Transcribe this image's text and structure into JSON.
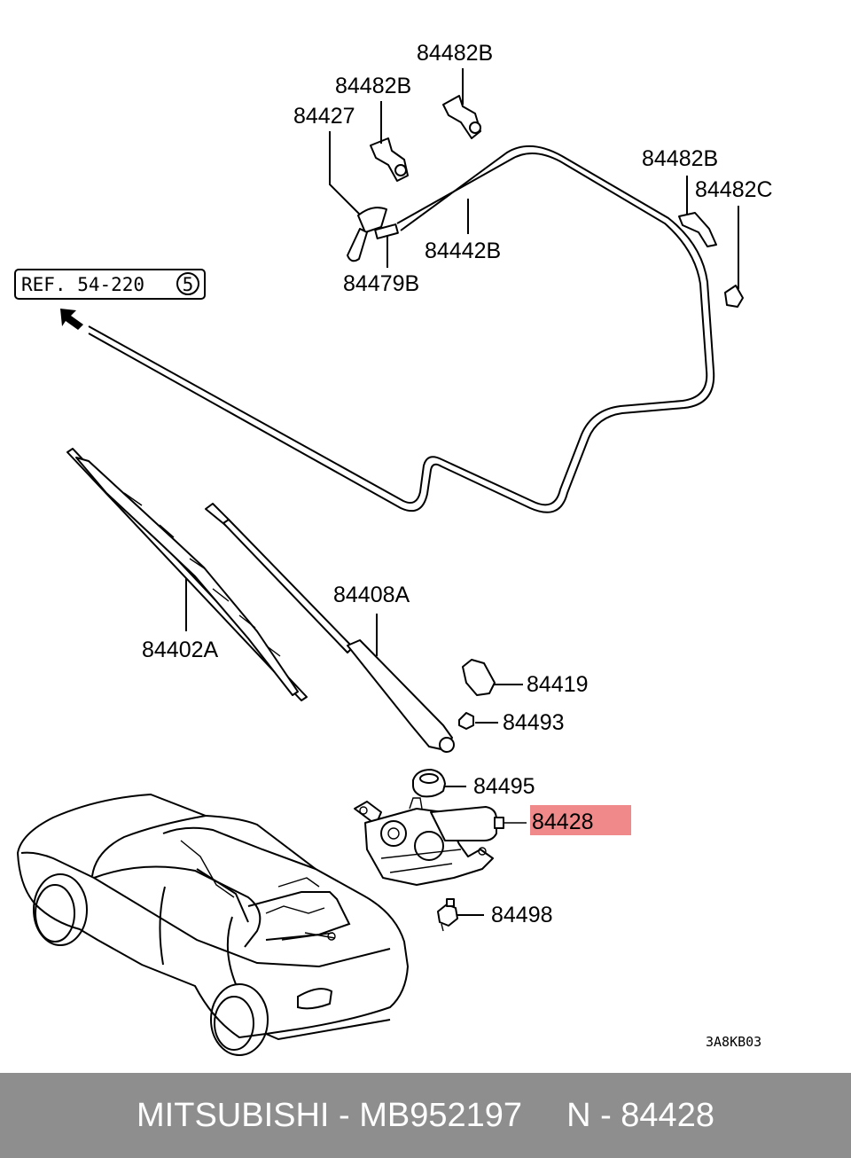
{
  "labels": {
    "p84482B_top": "84482B",
    "p84482B_mid": "84482B",
    "p84427": "84427",
    "p84482B_right": "84482B",
    "p84482C": "84482C",
    "p84442B": "84442B",
    "p84479B": "84479B",
    "p84408A": "84408A",
    "p84402A": "84402A",
    "p84419": "84419",
    "p84493": "84493",
    "p84495": "84495",
    "p84428": "84428",
    "p84498": "84498"
  },
  "reference": {
    "text": "REF. 54-220",
    "circle_number": "5"
  },
  "drawing_code": "3A8KB03",
  "highlight_color": "#f08a8a",
  "footer": {
    "brand": "MITSUBISHI",
    "part_number": "MB952197",
    "position": "N - 84428",
    "separator": "-"
  }
}
